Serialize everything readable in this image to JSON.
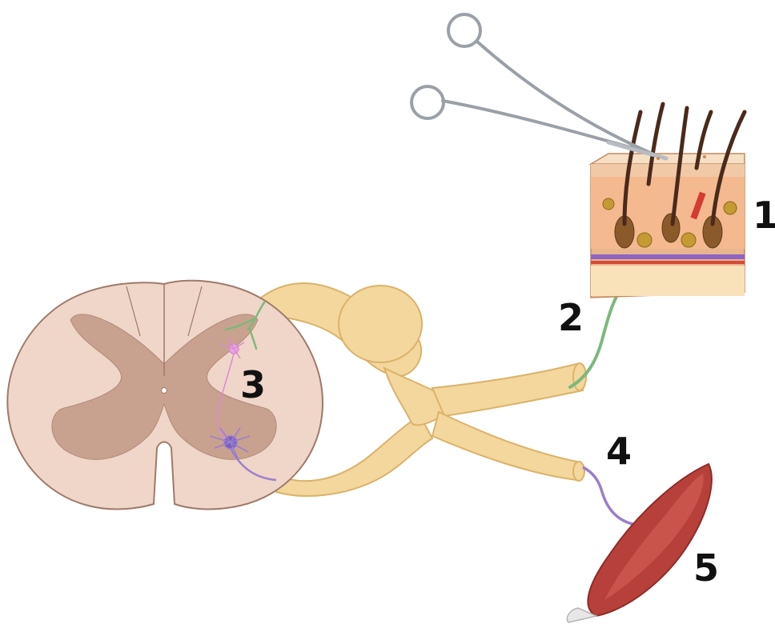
{
  "labels": {
    "one": "1",
    "two": "2",
    "three": "3",
    "four": "4",
    "five": "5"
  },
  "colors": {
    "nerve": "#f3d79c",
    "nerve_stroke": "#dbb26a",
    "cord_white": "#f0d6c8",
    "cord_gray": "#c9a28f",
    "cord_stroke": "#9e7a6a",
    "sensory_neuron": "#7cb97b",
    "motor_neuron": "#9a7fcb",
    "interneuron": "#d98ad0",
    "muscle": "#b8403a",
    "skin_top": "#f1c9a7",
    "skin_dermis": "#f4b98f",
    "hair": "#4a2a1a",
    "forceps": "#b8bcc2"
  },
  "icons": {
    "forceps": "forceps-icon",
    "skin": "skin-block-icon",
    "spinal_cord": "spinal-cord-section-icon",
    "muscle": "muscle-icon"
  }
}
